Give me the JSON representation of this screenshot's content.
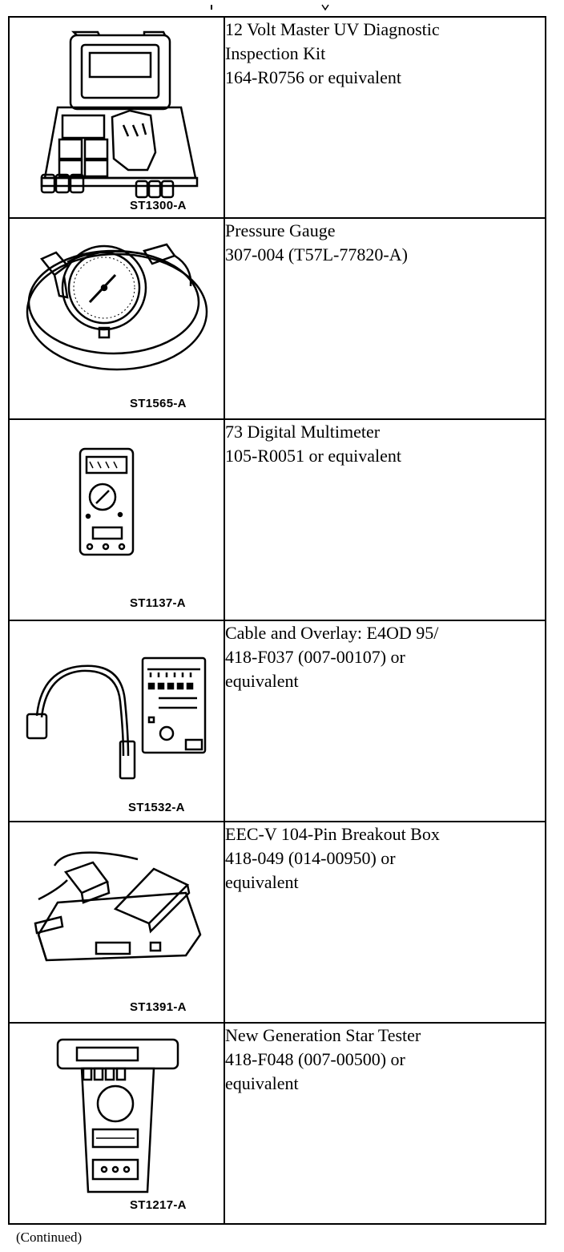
{
  "tools": [
    {
      "illustration": "uv-diagnostic-kit-illustration",
      "code": "ST1300-A",
      "lines": [
        "12 Volt Master UV Diagnostic",
        "Inspection Kit",
        "164-R0756 or equivalent"
      ]
    },
    {
      "illustration": "pressure-gauge-illustration",
      "code": "ST1565-A",
      "lines": [
        "Pressure Gauge",
        "307-004 (T57L-77820-A)"
      ]
    },
    {
      "illustration": "digital-multimeter-illustration",
      "code": "ST1137-A",
      "lines": [
        "73 Digital Multimeter",
        "105-R0051 or equivalent"
      ]
    },
    {
      "illustration": "cable-and-overlay-illustration",
      "code": "ST1532-A",
      "lines": [
        "Cable and Overlay: E4OD 95/",
        "418-F037 (007-00107) or",
        "equivalent"
      ]
    },
    {
      "illustration": "breakout-box-illustration",
      "code": "ST1391-A",
      "lines": [
        "EEC-V 104-Pin Breakout Box",
        "418-049 (014-00950) or",
        "equivalent"
      ]
    },
    {
      "illustration": "star-tester-illustration",
      "code": "ST1217-A",
      "lines": [
        "New Generation Star Tester",
        "418-F048 (007-00500) or",
        "equivalent"
      ]
    }
  ],
  "footer": {
    "continued": "(Continued)"
  }
}
